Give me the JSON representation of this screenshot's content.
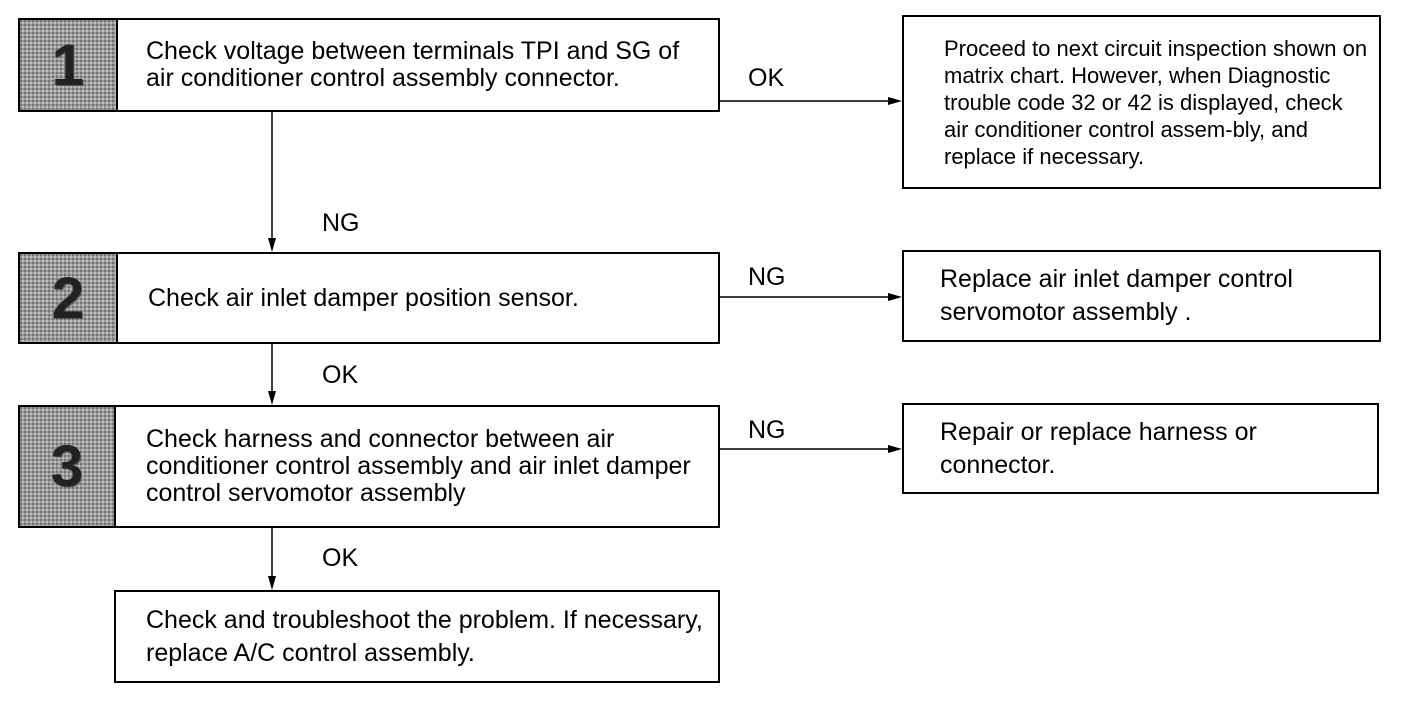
{
  "steps": [
    {
      "number": "1",
      "text": "Check voltage between terminals TPI and SG of air conditioner control assembly connector."
    },
    {
      "number": "2",
      "text": "Check air inlet damper position sensor."
    },
    {
      "number": "3",
      "text": "Check harness and connector between air conditioner control assembly and air inlet damper control servomotor assembly"
    }
  ],
  "results": {
    "step1_ok": "Proceed to next circuit inspection shown on matrix chart. However, when Diagnostic trouble code 32 or 42 is displayed, check air conditioner control assem-bly, and replace if necessary.",
    "step2_ng": "Replace air inlet damper control servomotor assembly .",
    "step3_ng": "Repair or replace harness or connector.",
    "final": "Check and troubleshoot the problem.  If necessary, replace A/C control assembly."
  },
  "edge_labels": {
    "step1_right": "OK",
    "step1_down": "NG",
    "step2_right": "NG",
    "step2_down": "OK",
    "step3_right": "NG",
    "step3_down": "OK"
  }
}
